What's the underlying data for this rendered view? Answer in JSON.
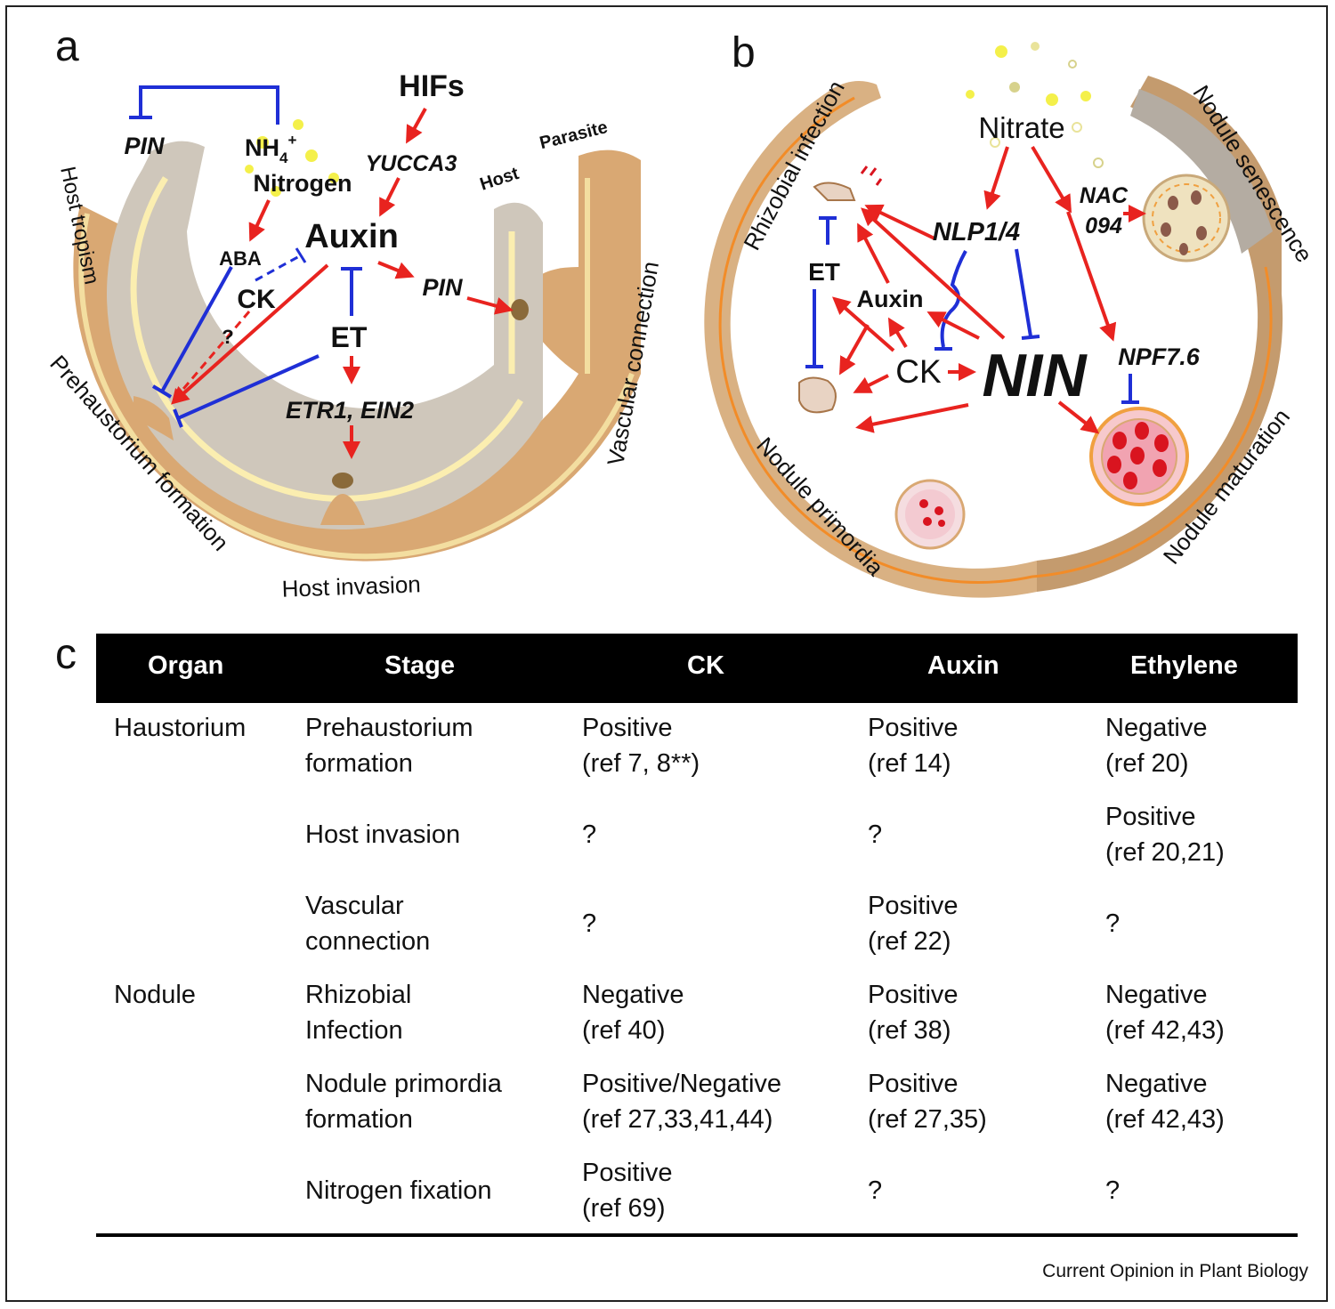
{
  "panel_a": {
    "label": "a",
    "hifs": "HIFs",
    "yucca3": "YUCCA3",
    "pin_left": "PIN",
    "nh4": "NH",
    "nh4_sub": "4",
    "nh4_sup": "+",
    "nitrogen": "Nitrogen",
    "auxin": "Auxin",
    "aba": "ABA",
    "ck": "CK",
    "q": "?",
    "et": "ET",
    "pin_right": "PIN",
    "etr": "ETR1, EIN2",
    "host_small": "Host",
    "parasite": "Parasite",
    "host_tropism": "Host tropism",
    "preh_formation": "Prehaustorium formation",
    "host_invasion": "Host invasion",
    "vascular": "Vascular connection"
  },
  "panel_b": {
    "label": "b",
    "nitrate": "Nitrate",
    "nlp": "NLP1/4",
    "nac": "NAC",
    "nac2": "094",
    "et": "ET",
    "auxin": "Auxin",
    "ck": "CK",
    "nin": "NIN",
    "npf": "NPF7.6",
    "rhizobial": "Rhizobial infection",
    "senescence": "Nodule senescence",
    "primordia": "Nodule primordia",
    "maturation": "Nodule maturation"
  },
  "panel_c": {
    "label": "c",
    "headers": [
      "Organ",
      "Stage",
      "CK",
      "Auxin",
      "Ethylene"
    ],
    "rows": [
      {
        "organ": "Haustorium",
        "stage": [
          "Prehaustorium",
          "formation"
        ],
        "ck": [
          "Positive",
          "(ref 7, 8**)"
        ],
        "auxin": [
          "Positive",
          "(ref 14)"
        ],
        "ethylene": [
          "Negative",
          "(ref 20)"
        ]
      },
      {
        "organ": "",
        "stage": [
          "Host invasion"
        ],
        "ck": [
          "?"
        ],
        "auxin": [
          "?"
        ],
        "ethylene": [
          "Positive",
          "(ref 20,21)"
        ]
      },
      {
        "organ": "",
        "stage": [
          "Vascular",
          "connection"
        ],
        "ck": [
          "?"
        ],
        "auxin": [
          "Positive",
          "(ref 22)"
        ],
        "ethylene": [
          "?"
        ]
      },
      {
        "organ": "Nodule",
        "stage": [
          "Rhizobial",
          "Infection"
        ],
        "ck": [
          "Negative",
          "(ref 40)"
        ],
        "auxin": [
          "Positive",
          "(ref 38)"
        ],
        "ethylene": [
          "Negative",
          "(ref 42,43)"
        ]
      },
      {
        "organ": "",
        "stage": [
          "Nodule primordia",
          "formation"
        ],
        "ck": [
          "Positive/Negative",
          "(ref 27,33,41,44)"
        ],
        "auxin": [
          "Positive",
          "(ref 27,35)"
        ],
        "ethylene": [
          "Negative",
          "(ref 42,43)"
        ]
      },
      {
        "organ": "",
        "stage": [
          "Nitrogen fixation"
        ],
        "ck": [
          "Positive",
          "(ref 69)"
        ],
        "auxin": [
          "?"
        ],
        "ethylene": [
          "?"
        ]
      }
    ]
  },
  "credit": "Current Opinion in Plant Biology",
  "colors": {
    "activation": "#e8231f",
    "repression": "#1f2fd6",
    "host": "#d9a873",
    "parasite": "#cfc7bb"
  }
}
